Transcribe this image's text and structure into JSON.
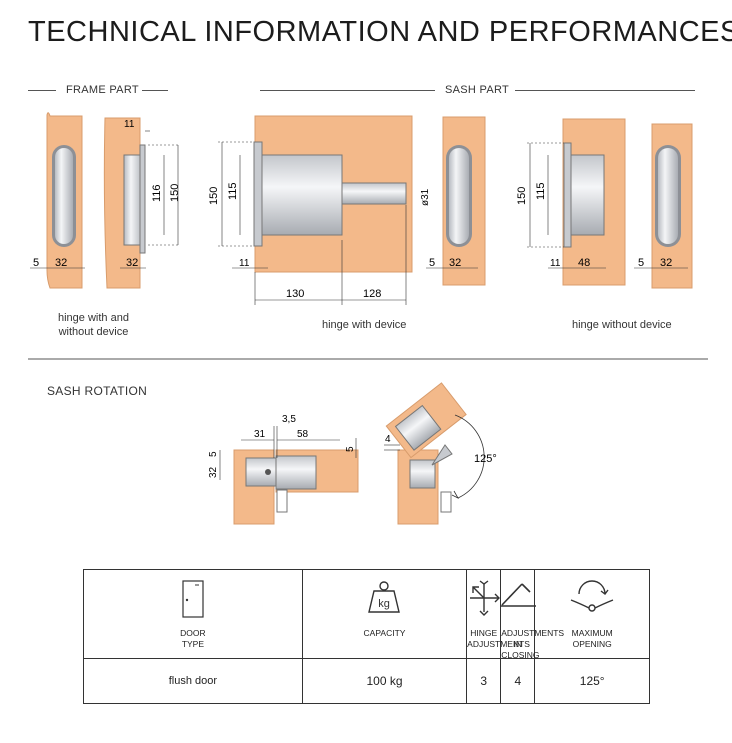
{
  "title": "TECHNICAL INFORMATION AND PERFORMANCES",
  "frame_part": {
    "heading": "FRAME PART",
    "dims_front": {
      "a": "5",
      "b": "32"
    },
    "dims_side": {
      "top": "11",
      "h1": "116",
      "h2": "150",
      "w": "32"
    },
    "caption": "hinge with and\nwithout device"
  },
  "sash_part": {
    "heading": "SASH PART",
    "with_device": {
      "h1": "150",
      "h2": "115",
      "left": "11",
      "dia": "ø31",
      "w1": "130",
      "w2": "128",
      "front_a": "5",
      "front_b": "32",
      "caption": "hinge with device"
    },
    "without_device": {
      "h1": "150",
      "h2": "115",
      "left": "11",
      "w": "48",
      "front_a": "5",
      "front_b": "32",
      "caption": "hinge without device"
    }
  },
  "sash_rotation": {
    "heading": "SASH ROTATION",
    "dims": {
      "d1": "3,5",
      "d2": "31",
      "d3": "58",
      "d4": "5",
      "d5": "32",
      "d6": "5",
      "d7": "4"
    },
    "angle": "125°"
  },
  "table": {
    "headers": [
      {
        "icon": "door-icon",
        "label": "DOOR\nTYPE"
      },
      {
        "icon": "weight-icon",
        "label": "CAPACITY",
        "icon_text": "kg"
      },
      {
        "icon": "adjust-arrows-icon",
        "label": "HINGE\nADJUSTMENTS"
      },
      {
        "icon": "closing-angle-icon",
        "label": "ADJUSTMENTS\nIN CLOSING"
      },
      {
        "icon": "opening-arc-icon",
        "label": "MAXIMUM\nOPENING"
      }
    ],
    "values": [
      "flush door",
      "100 kg",
      "3",
      "4",
      "125°"
    ]
  },
  "colors": {
    "wood": "#F3B98A",
    "wood_edge": "#D89C6C",
    "metal": "#D9DBDF",
    "line": "#333333"
  }
}
